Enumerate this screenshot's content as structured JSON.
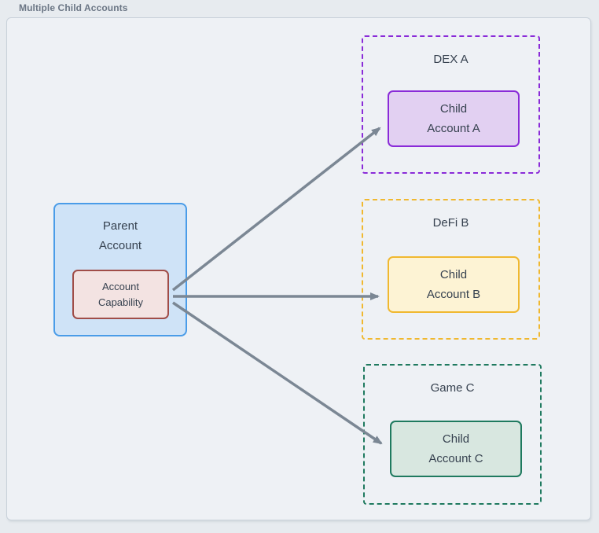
{
  "diagram": {
    "title": "Multiple Child Accounts"
  },
  "parent": {
    "label": "Parent\nAccount",
    "capability": {
      "label": "Account\nCapability"
    }
  },
  "groups": [
    {
      "name": "DEX A",
      "child_label": "Child\nAccount A"
    },
    {
      "name": "DeFi B",
      "child_label": "Child\nAccount B"
    },
    {
      "name": "Game C",
      "child_label": "Child\nAccount C"
    }
  ],
  "colors": {
    "page_background": "#e7ebef",
    "frame_background": "#eef1f5",
    "frame_border": "#c9d1da",
    "title_text": "#6b7685",
    "node_text": "#36414f",
    "parent_fill": "#cfe3f7",
    "parent_border": "#4a9ce8",
    "capability_fill": "#f3e3e2",
    "capability_border": "#a04d48",
    "group_a_accent": "#8a2bd8",
    "group_a_fill": "#e2d0f2",
    "group_b_accent": "#f0b82f",
    "group_b_fill": "#fdf3d4",
    "group_c_accent": "#1f7a5f",
    "group_c_fill": "#d8e7e0",
    "arrow": "#7b8794"
  }
}
